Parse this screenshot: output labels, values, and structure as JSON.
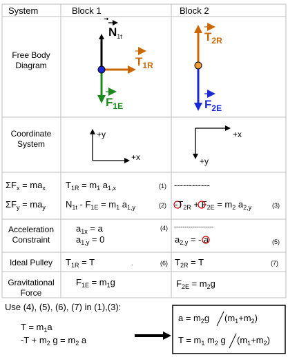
{
  "header": {
    "system": "System",
    "block1": "Block 1",
    "block2": "Block 2"
  },
  "rows": {
    "fbd_label": [
      "Free Body",
      "Diagram"
    ],
    "coord_label": [
      "Coordinate",
      "System"
    ],
    "accel_label": [
      "Acceleration",
      "Constraint"
    ],
    "pulley_label": "Ideal Pulley",
    "grav_label": [
      "Gravitational",
      "Force"
    ]
  },
  "fbd": {
    "block1_forces": [
      {
        "name": "N",
        "sub": "1t",
        "color": "#000000",
        "direction": "up"
      },
      {
        "name": "T",
        "sub": "1R",
        "color": "#cc6600",
        "direction": "right"
      },
      {
        "name": "F",
        "sub": "1E",
        "color": "#1a8a1a",
        "direction": "down"
      }
    ],
    "block2_forces": [
      {
        "name": "T",
        "sub": "2R",
        "color": "#cc6600",
        "direction": "up"
      },
      {
        "name": "F",
        "sub": "2E",
        "color": "#1a2ad6",
        "direction": "down"
      }
    ],
    "block1_dot_color": "#1a2ad6",
    "block2_dot_color": "#f0a030"
  },
  "coords": {
    "block1": {
      "vertical": "+y",
      "horizontal": "+x"
    },
    "block2": {
      "vertical": "+y",
      "horizontal": "+x"
    }
  },
  "equations": {
    "eq1_tag": "(1)",
    "eq2_tag": "(2)",
    "eq3_tag": "(3)",
    "eq4_tag": "(4)",
    "eq5_tag": "(5)",
    "eq6_tag": "(6)",
    "eq7_tag": "(7)",
    "dashes_long": "------------",
    "dashes_short": "-------------------",
    "accel_value": "a",
    "zero": "0",
    "pulley_b1_rhs": "= T",
    "pulley_b2_rhs": "= T",
    "dot": "."
  },
  "footer": {
    "use_text": "Use (4), (5), (6), (7) in (1),(3):",
    "result1": "T = m",
    "result2": "-T + m",
    "boxed1": "a = m",
    "boxed2": "T = m"
  },
  "colors": {
    "grid": "#bdbdbd",
    "orange": "#cc6600",
    "green": "#1a8a1a",
    "blue": "#1a2ad6",
    "red": "#cc0000"
  }
}
